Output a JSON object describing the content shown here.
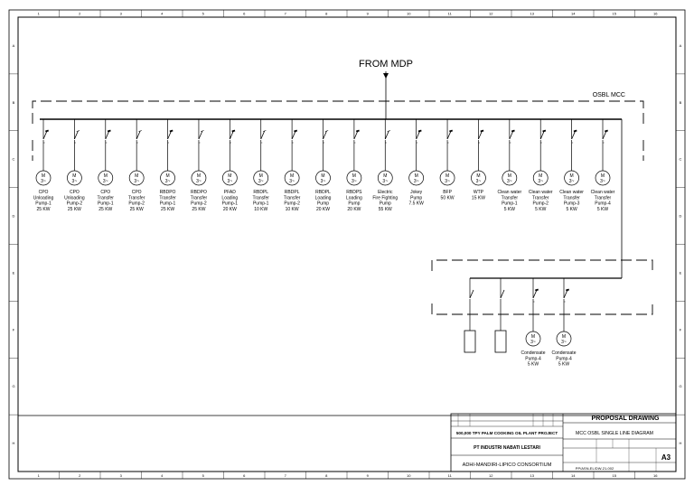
{
  "drawing": {
    "source_label": "FROM MDP",
    "panel_label": "OSBL MCC",
    "motor_symbol": "M",
    "motor_phase": "3~"
  },
  "zones": {
    "columns": [
      "1",
      "2",
      "3",
      "4",
      "5",
      "6",
      "7",
      "8",
      "9",
      "10",
      "11",
      "12",
      "13",
      "14",
      "15",
      "16"
    ],
    "rows": [
      "A",
      "B",
      "C",
      "D",
      "E",
      "F",
      "G",
      "H"
    ]
  },
  "feeders": [
    {
      "lines": [
        "CPO",
        "Unloading",
        "Pump-1",
        "25 KW"
      ]
    },
    {
      "lines": [
        "CPO",
        "Unloading",
        "Pump-2",
        "25 KW"
      ]
    },
    {
      "lines": [
        "CPO",
        "Transfer",
        "Pump-1",
        "25 KW"
      ]
    },
    {
      "lines": [
        "CPO",
        "Transfer",
        "Pump-2",
        "25 KW"
      ]
    },
    {
      "lines": [
        "RBDPO",
        "Transfer",
        "Pump-1",
        "25 KW"
      ]
    },
    {
      "lines": [
        "RBDPO",
        "Transfer",
        "Pump-2",
        "25 KW"
      ]
    },
    {
      "lines": [
        "PFAD",
        "Loading",
        "Pump-1",
        "20 KW"
      ]
    },
    {
      "lines": [
        "RBDPL",
        "Transfer",
        "Pump-1",
        "10 KW"
      ]
    },
    {
      "lines": [
        "RBDPL",
        "Transfer",
        "Pump-2",
        "10 KW"
      ]
    },
    {
      "lines": [
        "RBDPL",
        "Loading",
        "Pump",
        "20 KW"
      ]
    },
    {
      "lines": [
        "RBDPS",
        "Loading",
        "Pump",
        "20 KW"
      ]
    },
    {
      "lines": [
        "Electric",
        "Fire Fighting",
        "Pump",
        "55 KW"
      ]
    },
    {
      "lines": [
        "Jokey",
        "Pump",
        "7.5 KW"
      ]
    },
    {
      "lines": [
        "BFP",
        "50 KW"
      ]
    },
    {
      "lines": [
        "WTP",
        "15 KW"
      ]
    },
    {
      "lines": [
        "Clean water",
        "Transfer",
        "Pump-1",
        "5 KW"
      ]
    },
    {
      "lines": [
        "Clean water",
        "Transfer",
        "Pump-2",
        "5 KW"
      ]
    },
    {
      "lines": [
        "Clean water",
        "Transfer",
        "Pump-3",
        "5 KW"
      ]
    },
    {
      "lines": [
        "Clean water",
        "Transfer",
        "Pump-4",
        "5 KW"
      ]
    }
  ],
  "sub_feeders": [
    {
      "lines": [
        "Condensate",
        "Pump-4",
        "5 KW"
      ]
    },
    {
      "lines": [
        "Condensate",
        "Pump-4",
        "5 KW"
      ]
    }
  ],
  "title_block": {
    "project": "500,000 TPY PALM COOKING OIL PLANT PROJECT",
    "client": "PT INDUSTRI NABATI LESTARI",
    "consortium": "ADHI-MANDIRI-LIPICO CONSORTIUM",
    "status": "PROPOSAL DRAWING",
    "drawing_title": "MCC OSBL SINGLE LINE DIAGRAM",
    "size": "A3",
    "drawing_no": "PP/ASN-EL/DW-21-002"
  }
}
